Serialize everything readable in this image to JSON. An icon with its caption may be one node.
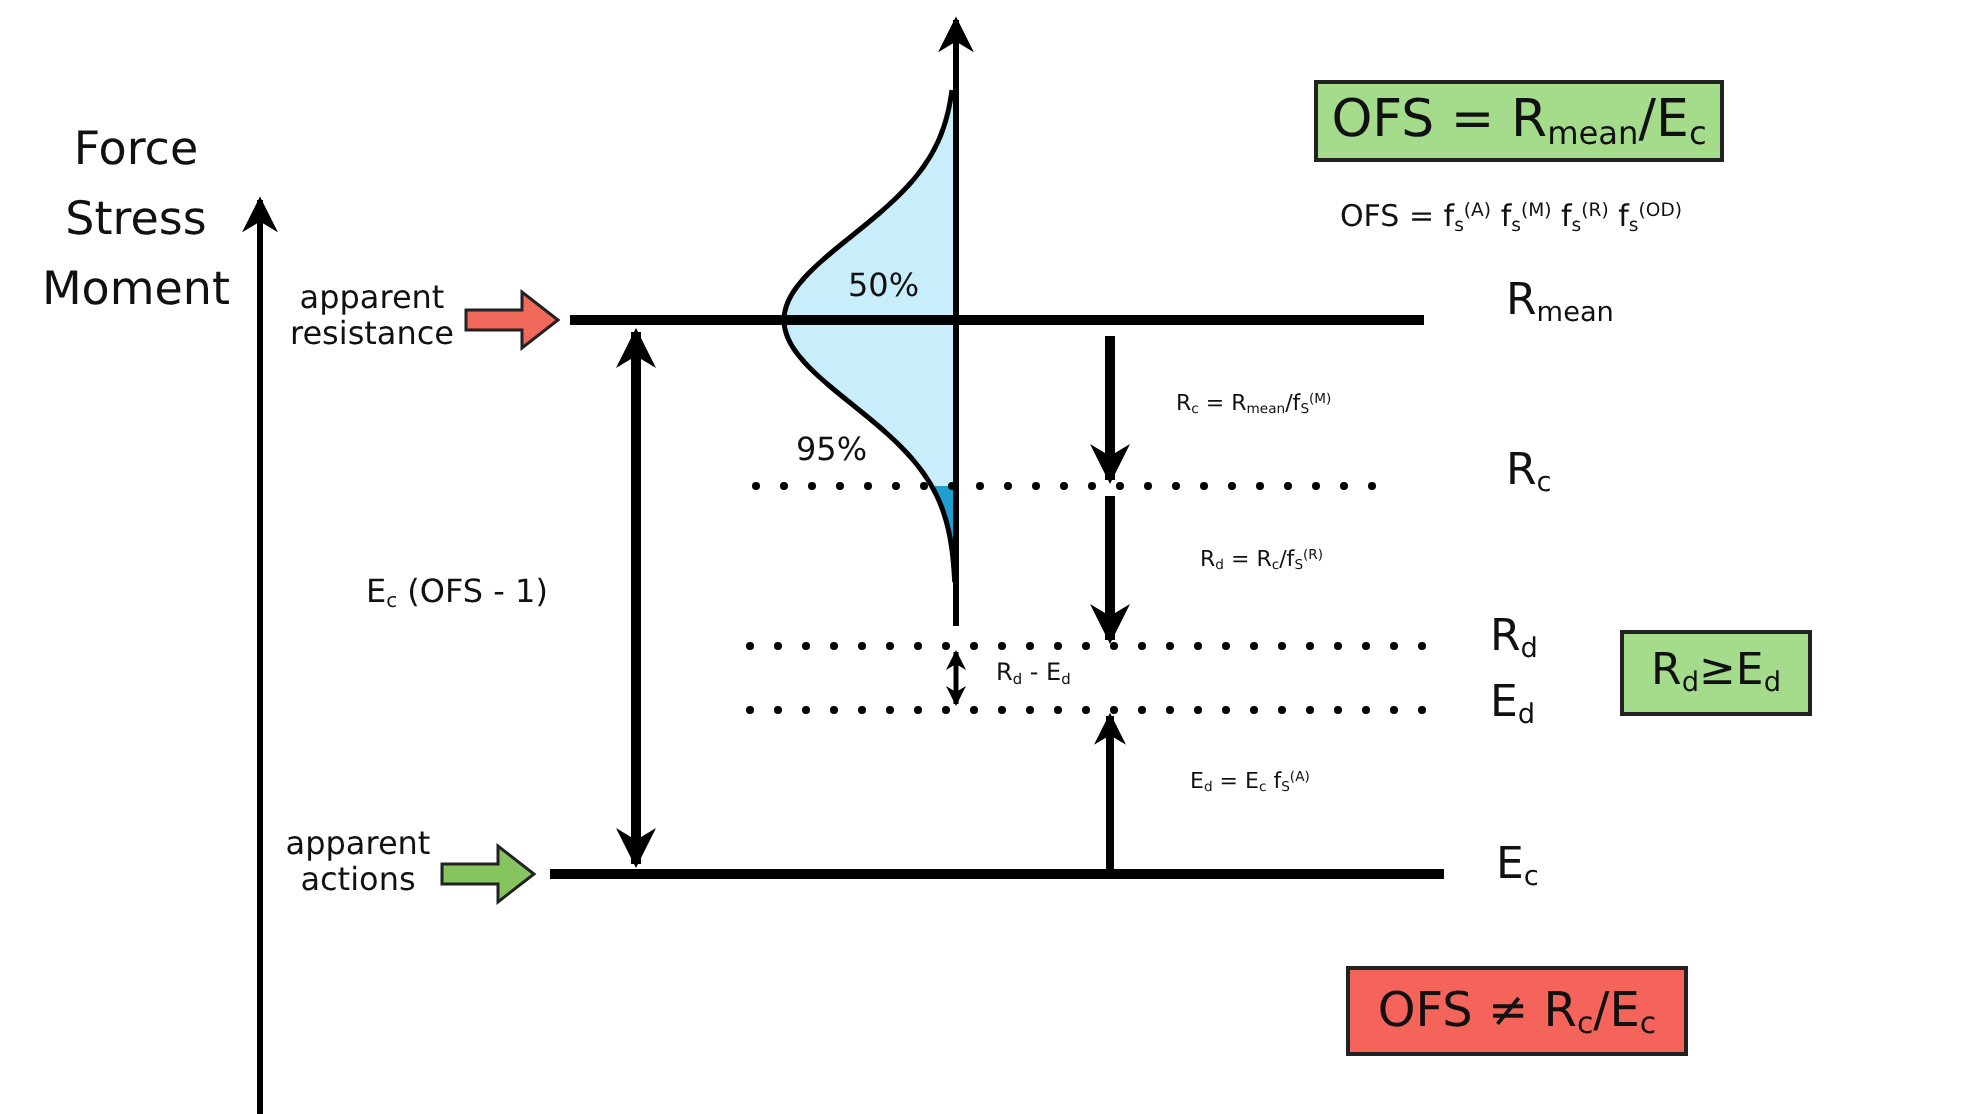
{
  "diagram": {
    "nodes": [
      {
        "text": [
          "OFS = R$_{mean}$/E$_{c}$"
        ]
      },
      {
        "text": [
          "R$_{d}$≥E$_{d}$"
        ]
      },
      {
        "text": [
          "OFS ≠ R$_{c}$/E$_{c}$"
        ]
      }
    ],
    "labels": [
      "Force Stress Moment",
      "OFS = f$_{s}$$^{(A)}$ f$_{s}$$^{(M)}$ f$_{s}$$^{(R)}$ f$_{s}$$^{(OD)}$",
      "apparent resistance",
      "50%",
      "R$_{mean}$",
      "R$_{c}$ = R$_{mean}$/f$_{S}$$^{(M)}$",
      "95%",
      "R$_{c}$",
      "E$_{c}$ (OFS - 1)",
      "R$_{d}$ = R$_{c}$/f$_{S}$$^{(R)}$",
      "R$_{d}$",
      "R$_{d}$ - E$_{d}$",
      "E$_{d}$",
      "E$_{d}$ = E$_{c}$ f$_{S}$$^{(A)}$",
      "apparent actions",
      "E$_{c}$"
    ]
  }
}
